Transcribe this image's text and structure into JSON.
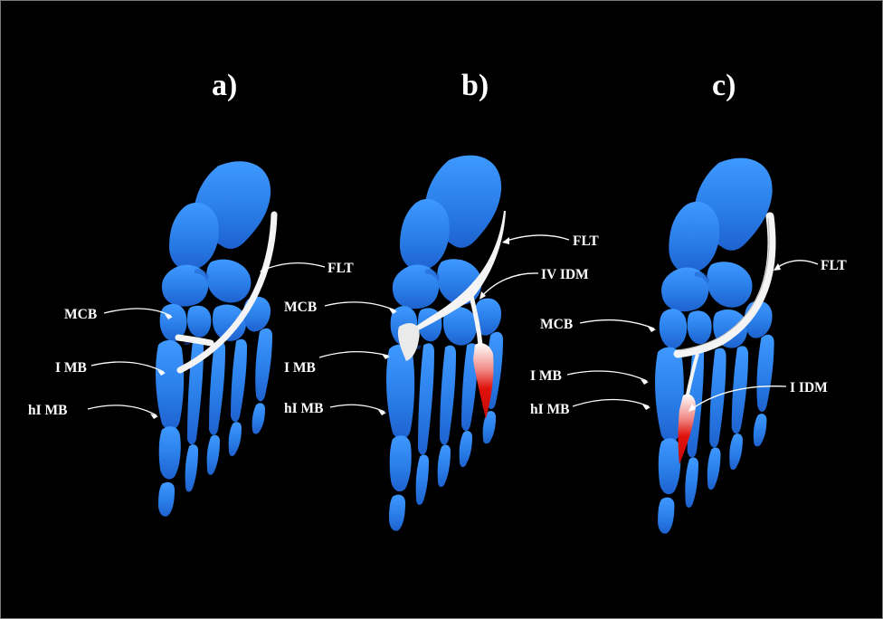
{
  "panels": [
    {
      "id": "a",
      "label": "a)"
    },
    {
      "id": "b",
      "label": "b)"
    },
    {
      "id": "c",
      "label": "c)"
    }
  ],
  "labels": {
    "a": {
      "flt": "FLT",
      "mcb": "MCB",
      "imb": "I MB",
      "himb": "hI  MB"
    },
    "b": {
      "flt": "FLT",
      "ivdm": "IV IDM",
      "mcb": "MCB",
      "imb": "I MB",
      "himb": "hI MB"
    },
    "c": {
      "flt": "FLT",
      "mcb": "MCB",
      "imb": "I MB",
      "himb": "hI MB",
      "idm": "I  IDM"
    }
  },
  "colors": {
    "background": "#000000",
    "bone": "#2f86ef",
    "tendon": "#f4f4f4",
    "muscle": "#e0110b",
    "text": "#ffffff"
  }
}
